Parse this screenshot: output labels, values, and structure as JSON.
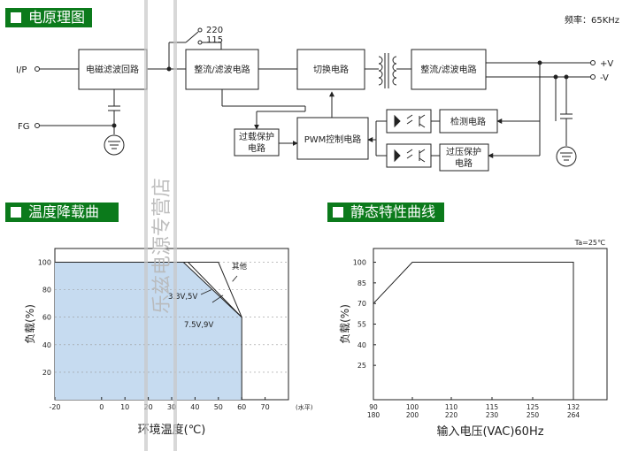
{
  "headers": {
    "schematic": "电原理图",
    "derating": "温度降载曲线",
    "static": "静态特性曲线"
  },
  "schematic": {
    "frequency": "频率：65KHz",
    "labels": {
      "ip": "I/P",
      "fg": "FG",
      "v220": "220",
      "v115": "115",
      "vplus": "+V",
      "vminus": "-V"
    },
    "blocks": {
      "emi": "电磁滤波回路",
      "rect1": "整流/滤波电路",
      "switch": "切换电路",
      "rect2": "整流/滤波电路",
      "detect": "检测电路",
      "pwm": "PWM控制电路",
      "olp_1": "过载保护",
      "olp_2": "电路",
      "ovp_1": "过压保护",
      "ovp_2": "电路"
    }
  },
  "watermark": "乐兹电源专营店",
  "chart_data": [
    {
      "type": "line",
      "title": "温度降载曲线",
      "xlabel": "环境温度(℃)",
      "xlabel_unit": "(水平)",
      "ylabel": "负载(%)",
      "x_ticks": [
        "-20",
        "0",
        "10",
        "20",
        "30",
        "40",
        "50",
        "60",
        "70"
      ],
      "y_ticks": [
        "20",
        "40",
        "60",
        "80",
        "100"
      ],
      "xlim": [
        -20,
        80
      ],
      "ylim": [
        0,
        110
      ],
      "filled": true,
      "series": [
        {
          "name": "3.3V,5V",
          "x": [
            -20,
            35,
            60,
            60
          ],
          "y": [
            100,
            100,
            60,
            0
          ]
        },
        {
          "name": "7.5V,9V",
          "x": [
            -20,
            37,
            60
          ],
          "y": [
            100,
            100,
            60
          ]
        },
        {
          "name": "其他",
          "x": [
            -20,
            50,
            60
          ],
          "y": [
            100,
            100,
            60
          ]
        }
      ]
    },
    {
      "type": "line",
      "title": "静态特性曲线",
      "xlabel": "输入电压(VAC)60Hz",
      "ylabel": "负载(%)",
      "annotation": "Ta=25℃",
      "x_ticks_top": [
        "90",
        "100",
        "110",
        "115",
        "125",
        "132"
      ],
      "x_ticks_bottom": [
        "180",
        "200",
        "220",
        "230",
        "250",
        "264"
      ],
      "y_ticks": [
        "25",
        "40",
        "55",
        "70",
        "85",
        "100"
      ],
      "series": [
        {
          "x": [
            90,
            100,
            132,
            132
          ],
          "y": [
            70,
            100,
            100,
            0
          ]
        }
      ]
    }
  ]
}
